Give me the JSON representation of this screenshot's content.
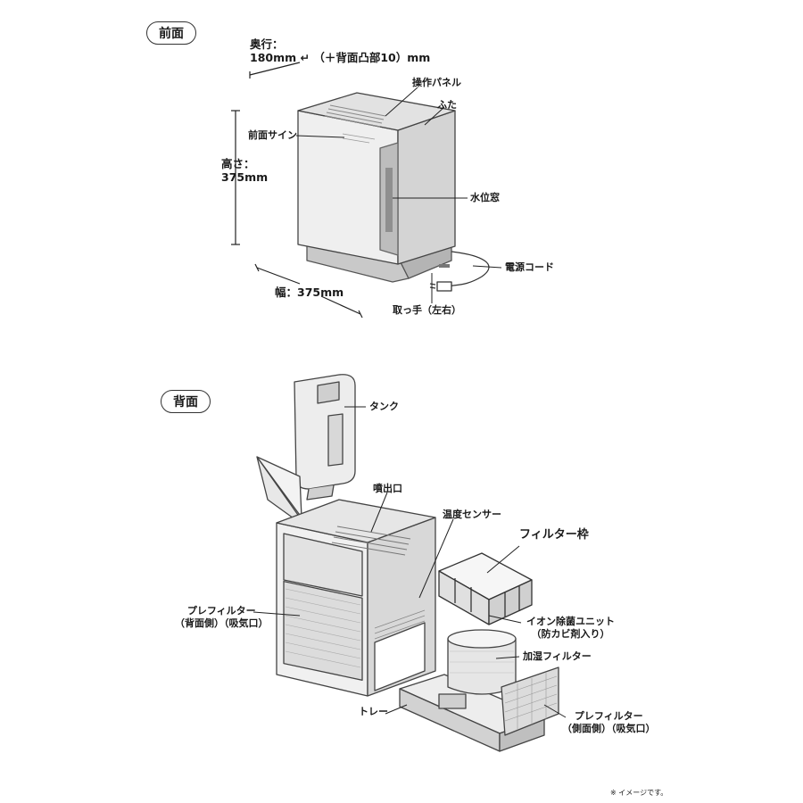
{
  "front": {
    "section_label": "前面",
    "depth_line1": "奥行：",
    "depth_line2": "180mm ↵ （＋背面凸部10）mm",
    "height_line1": "高さ：",
    "height_line2": "375mm",
    "width": "幅：375mm",
    "callouts": {
      "control_panel": "操作パネル",
      "lid": "ふた",
      "front_sign": "前面サイン",
      "water_window": "水位窓",
      "power_cord": "電源コード",
      "handle": "取っ手（左右）"
    }
  },
  "back": {
    "section_label": "背面",
    "callouts": {
      "tank": "タンク",
      "outlet": "噴出口",
      "temp_sensor": "温度センサー",
      "filter_frame": "フィルター枠",
      "ion_unit_line1": "イオン除菌ユニット",
      "ion_unit_line2": "（防カビ剤入り）",
      "humid_filter": "加湿フィルター",
      "prefilter_back_line1": "プレフィルター",
      "prefilter_back_line2": "（背面側）（吸気口）",
      "tray": "トレー",
      "prefilter_side_line1": "プレフィルター",
      "prefilter_side_line2": "（側面側）（吸気口）"
    }
  },
  "note": "※ イメージです。"
}
